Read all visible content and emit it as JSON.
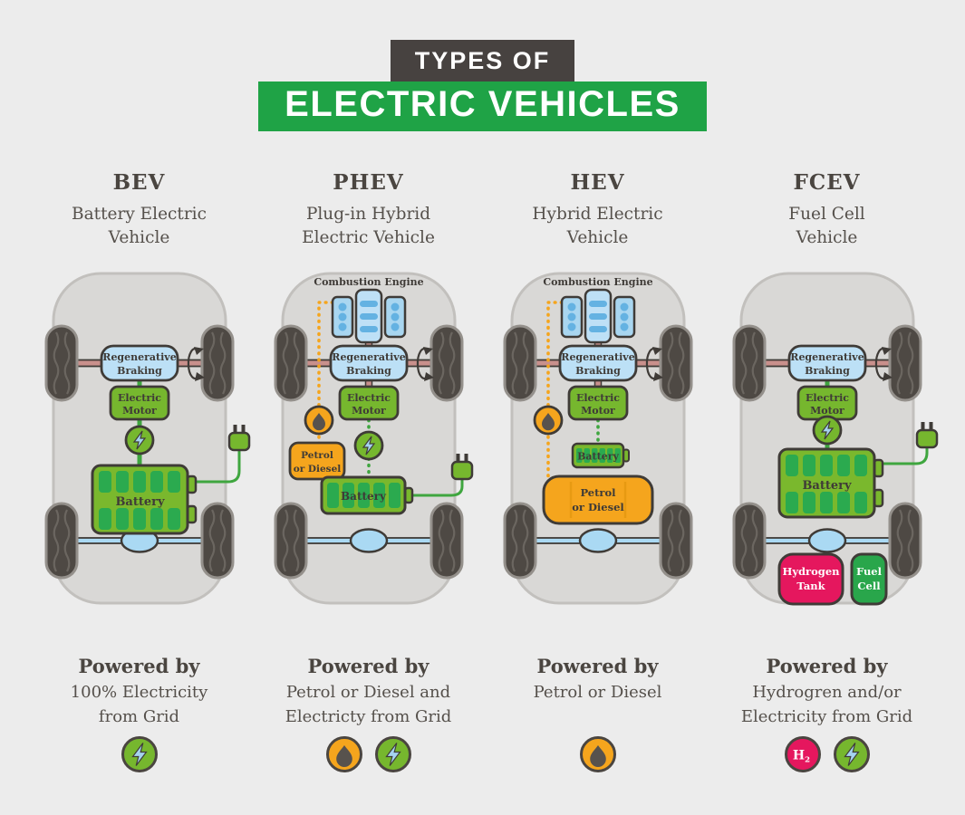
{
  "title": {
    "kicker": "TYPES OF",
    "main": "ELECTRIC VEHICLES"
  },
  "colors": {
    "background": "#ECECEC",
    "title_dark_bar": "#474240",
    "title_green_bar": "#1FA346",
    "car_body": "#D9D8D6",
    "wheel": "#4E4944",
    "outline": "#3F3B37",
    "regen_braking_blue": "#BCE0F6",
    "engine_blue": "#A9D6F0",
    "motor_green": "#76B72E",
    "battery_body_green": "#7AB82D",
    "battery_cell_green": "#2BAA4F",
    "cable_green": "#3FA63F",
    "petrol_orange": "#F5A51D",
    "front_axle_rose": "#C9908C",
    "rear_axle_blue": "#AAD9F3",
    "bolt_light_blue": "#A5D3F0",
    "hydrogen_pink": "#E5175E",
    "fuel_cell_green": "#29A64B"
  },
  "icon_glyphs": {
    "hydrogen_symbol": "H",
    "hydrogen_subscript": "2"
  },
  "columns": [
    {
      "abbr": "BEV",
      "name": [
        "Battery Electric",
        "Vehicle"
      ],
      "labels": {
        "regen": [
          "Regenerative",
          "Braking"
        ],
        "motor": [
          "Electric",
          "Motor"
        ],
        "battery": "Battery"
      },
      "powered": {
        "heading": "Powered by",
        "lines": [
          "100% Electricity",
          "from Grid"
        ],
        "icons": [
          "electricity-icon"
        ]
      }
    },
    {
      "abbr": "PHEV",
      "name": [
        "Plug-in Hybrid",
        "Electric Vehicle"
      ],
      "engine_label": "Combustion Engine",
      "labels": {
        "regen": [
          "Regenerative",
          "Braking"
        ],
        "motor": [
          "Electric",
          "Motor"
        ],
        "battery": "Battery",
        "petrol": [
          "Petrol",
          "or Diesel"
        ]
      },
      "powered": {
        "heading": "Powered by",
        "lines": [
          "Petrol or Diesel and",
          "Electricty from Grid"
        ],
        "icons": [
          "fuel-icon",
          "electricity-icon"
        ]
      }
    },
    {
      "abbr": "HEV",
      "name": [
        "Hybrid Electric",
        "Vehicle"
      ],
      "engine_label": "Combustion Engine",
      "labels": {
        "regen": [
          "Regenerative",
          "Braking"
        ],
        "motor": [
          "Electric",
          "Motor"
        ],
        "battery": "Battery",
        "petrol": [
          "Petrol",
          "or Diesel"
        ]
      },
      "powered": {
        "heading": "Powered by",
        "lines": [
          "Petrol or Diesel"
        ],
        "icons": [
          "fuel-icon"
        ]
      }
    },
    {
      "abbr": "FCEV",
      "name": [
        "Fuel Cell",
        "Vehicle"
      ],
      "labels": {
        "regen": [
          "Regenerative",
          "Braking"
        ],
        "motor": [
          "Electric",
          "Motor"
        ],
        "battery": "Battery",
        "hydrogen": [
          "Hydrogen",
          "Tank"
        ],
        "fuelcell": [
          "Fuel",
          "Cell"
        ]
      },
      "powered": {
        "heading": "Powered by",
        "lines": [
          "Hydrogren and/or",
          "Electricity from Grid"
        ],
        "icons": [
          "hydrogen-icon",
          "electricity-icon"
        ]
      }
    }
  ]
}
